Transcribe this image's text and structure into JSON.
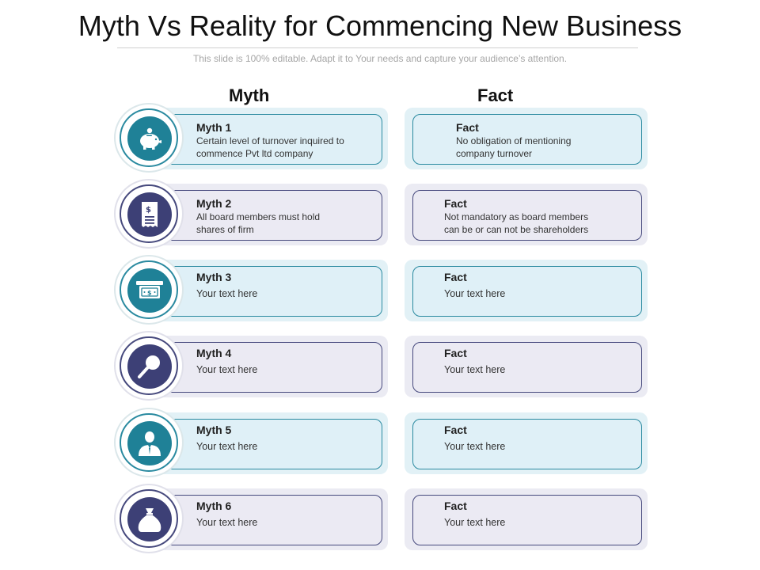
{
  "header": {
    "title": "Myth Vs Reality for Commencing New Business",
    "subtitle": "This slide is 100% editable. Adapt it to Your needs and capture your audience’s attention."
  },
  "columns": {
    "myth": "Myth",
    "fact": "Fact"
  },
  "rows": [
    {
      "theme": "teal",
      "icon": "piggy-bank-icon",
      "myth_title": "Myth 1",
      "myth_text_1": "Certain level of turnover inquired to",
      "myth_text_2": "commence Pvt ltd company",
      "fact_title": "Fact",
      "fact_text_1": "No obligation of mentioning",
      "fact_text_2": "company turnover"
    },
    {
      "theme": "navy",
      "icon": "receipt-icon",
      "myth_title": "Myth 2",
      "myth_text_1": "All board members must hold",
      "myth_text_2": "shares of firm",
      "fact_title": "Fact",
      "fact_text_1": "Not mandatory as board members",
      "fact_text_2": "can be or can not be shareholders"
    },
    {
      "theme": "teal",
      "icon": "cash-withdrawal-icon",
      "myth_title": "Myth 3",
      "myth_text_1": "Your text here",
      "myth_text_2": "",
      "fact_title": "Fact",
      "fact_text_1": "Your text here",
      "fact_text_2": ""
    },
    {
      "theme": "navy",
      "icon": "magnifier-icon",
      "myth_title": "Myth 4",
      "myth_text_1": "Your text here",
      "myth_text_2": "",
      "fact_title": "Fact",
      "fact_text_1": "Your text here",
      "fact_text_2": ""
    },
    {
      "theme": "teal",
      "icon": "businessman-icon",
      "myth_title": "Myth 5",
      "myth_text_1": "Your text here",
      "myth_text_2": "",
      "fact_title": "Fact",
      "fact_text_1": "Your text here",
      "fact_text_2": ""
    },
    {
      "theme": "navy",
      "icon": "money-bag-icon",
      "myth_title": "Myth 6",
      "myth_text_1": "Your text here",
      "myth_text_2": "",
      "fact_title": "Fact",
      "fact_text_1": "Your text here",
      "fact_text_2": ""
    }
  ],
  "colors": {
    "teal": "#1f8197",
    "navy": "#3d4076",
    "teal_bg": "#dff0f7",
    "navy_bg": "#ebeaf3"
  }
}
